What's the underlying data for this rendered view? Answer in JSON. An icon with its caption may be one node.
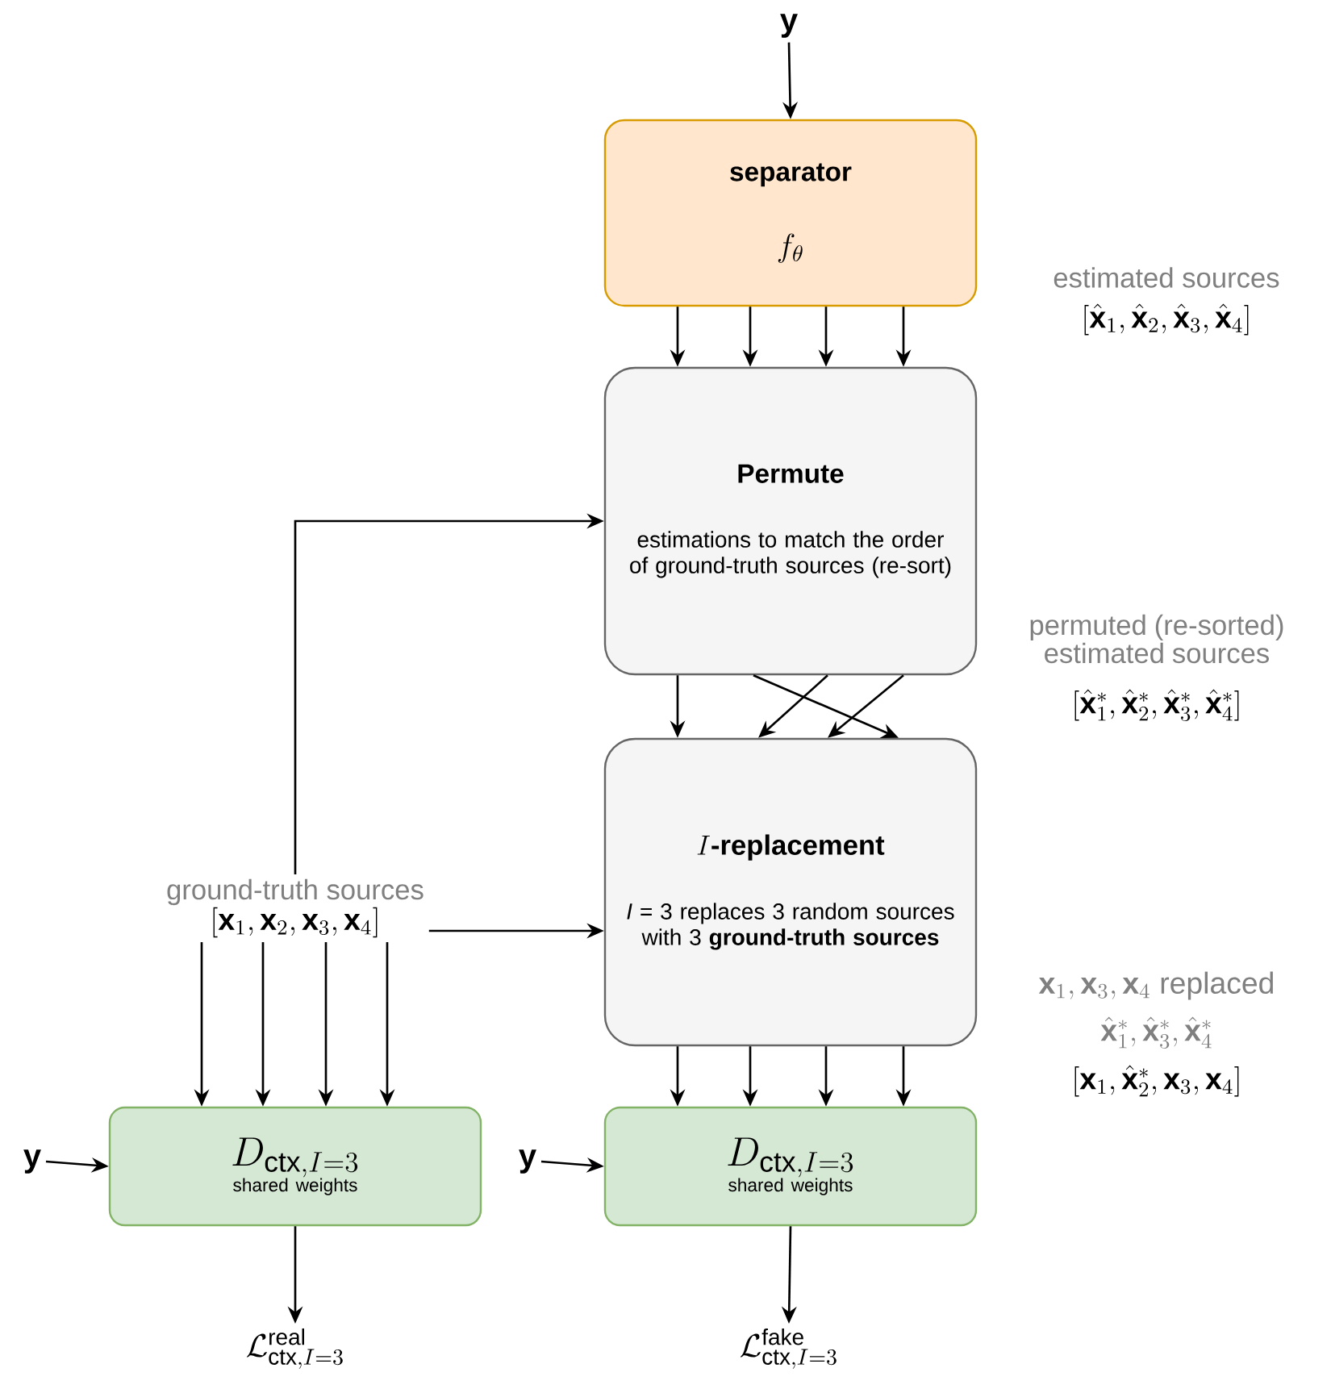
{
  "diagram": {
    "nodes": [
      {
        "text": [
          "\\mathbf{y}"
        ]
      },
      {
        "text": [
          "separator",
          "f_\\theta"
        ]
      },
      {
        "text": [
          "Permute",
          "estimations to match the order of ground-truth sources (re-sort)"
        ]
      },
      {
        "text": [
          "I\\textbf{-replacement}",
          "*I* = 3 replaces 3 random sources with 3 **ground-truth sources**"
        ]
      },
      {
        "text": [
          "ground-truth sources",
          "[\\mathbf{x}_1, \\mathbf{x}_2, \\mathbf{x}_3, \\mathbf{x}_4]"
        ]
      },
      {
        "text": [
          "\\mathbf{y}"
        ]
      },
      {
        "text": [
          "D_{\\mathrm{ctx},I=3}",
          "shared weights"
        ]
      },
      {
        "text": [
          "\\mathbf{y}"
        ]
      },
      {
        "text": [
          "D_{\\mathrm{ctx},I=3}",
          "shared weights"
        ]
      },
      {
        "text": [
          "\\mathcal{L}^{\\mathrm{real}}_{\\mathrm{ctx},I=3}"
        ]
      },
      {
        "text": [
          "\\mathcal{L}^{\\mathrm{fake}}_{\\mathrm{ctx},I=3}"
        ]
      }
    ],
    "edges": [
      {
        "from": 0,
        "to": 1,
        "arrow": "to"
      },
      {
        "from": 1,
        "to": 2,
        "arrow": "to"
      },
      {
        "from": 1,
        "to": 2,
        "arrow": "to"
      },
      {
        "from": 1,
        "to": 2,
        "arrow": "to"
      },
      {
        "from": 1,
        "to": 2,
        "arrow": "to"
      },
      {
        "from": 2,
        "to": 3,
        "arrow": "to"
      },
      {
        "from": 2,
        "to": 3,
        "arrow": "to"
      },
      {
        "from": 2,
        "to": 3,
        "arrow": "to"
      },
      {
        "from": 2,
        "to": 3,
        "arrow": "to"
      },
      {
        "from": 4,
        "to": 2,
        "arrow": "to"
      },
      {
        "from": 4,
        "to": 3,
        "arrow": "to"
      },
      {
        "from": 4,
        "to": 6,
        "arrow": "to"
      },
      {
        "from": 4,
        "to": 6,
        "arrow": "to"
      },
      {
        "from": 4,
        "to": 6,
        "arrow": "to"
      },
      {
        "from": 4,
        "to": 6,
        "arrow": "to"
      },
      {
        "from": 3,
        "to": 8,
        "arrow": "to"
      },
      {
        "from": 3,
        "to": 8,
        "arrow": "to"
      },
      {
        "from": 3,
        "to": 8,
        "arrow": "to"
      },
      {
        "from": 3,
        "to": 8,
        "arrow": "to"
      },
      {
        "from": 5,
        "to": 6,
        "arrow": "to"
      },
      {
        "from": 7,
        "to": 8,
        "arrow": "to"
      },
      {
        "from": 6,
        "to": 9,
        "arrow": "to"
      },
      {
        "from": 8,
        "to": 10,
        "arrow": "to"
      }
    ],
    "labels": [
      "estimated sources",
      "[\\hat{\\mathbf{x}}_1, \\hat{\\mathbf{x}}_2, \\hat{\\mathbf{x}}_3, \\hat{\\mathbf{x}}_4]",
      "permuted (re-sorted) estimated sources",
      "[\\hat{\\mathbf{x}}^*_1, \\hat{\\mathbf{x}}^*_2, \\hat{\\mathbf{x}}^*_3, \\hat{\\mathbf{x}}^*_4]",
      "\\mathbf{x}_1, \\mathbf{x}_3, \\mathbf{x}_4 \\textrm{ replaced}",
      "\\hat{\\mathbf{x}}^*_1, \\hat{\\mathbf{x}}^*_3, \\hat{\\mathbf{x}}^*_4",
      "[\\mathbf{x}_1, \\hat{\\mathbf{x}}^*_2, \\mathbf{x}_3, \\mathbf{x}_4]"
    ]
  }
}
